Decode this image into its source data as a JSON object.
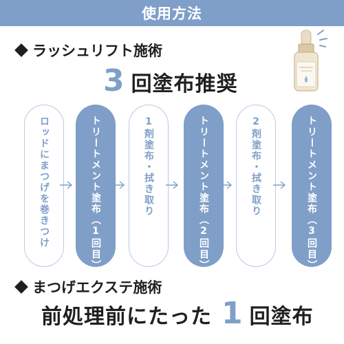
{
  "header": {
    "title": "使用方法"
  },
  "lash_lift": {
    "title": "ラッシュリフト施術",
    "recommend_number": "3",
    "recommend_text": "回塗布推奨"
  },
  "steps": [
    {
      "label": "ロッドにまつげを巻きつけ",
      "style": "outline"
    },
    {
      "label": "トリートメント塗布（1回目）",
      "style": "filled"
    },
    {
      "label": "1剤塗布・拭き取り",
      "style": "outline"
    },
    {
      "label": "トリートメント塗布（2回目）",
      "style": "filled"
    },
    {
      "label": "2剤塗布・拭き取り",
      "style": "outline"
    },
    {
      "label": "トリートメント塗布（3回目）",
      "style": "filled"
    }
  ],
  "extension": {
    "title": "まつげエクステ施術",
    "prefix_text": "前処理前にたった",
    "number": "1",
    "suffix_text": "回塗布"
  },
  "colors": {
    "accent": "#7f9fc8",
    "outline": "#b8cbe3",
    "text": "#1f1f1f"
  },
  "icons": {
    "bullet": "diamond-icon",
    "arrow": "arrow-right-icon",
    "product": "serum-bottle-icon"
  }
}
